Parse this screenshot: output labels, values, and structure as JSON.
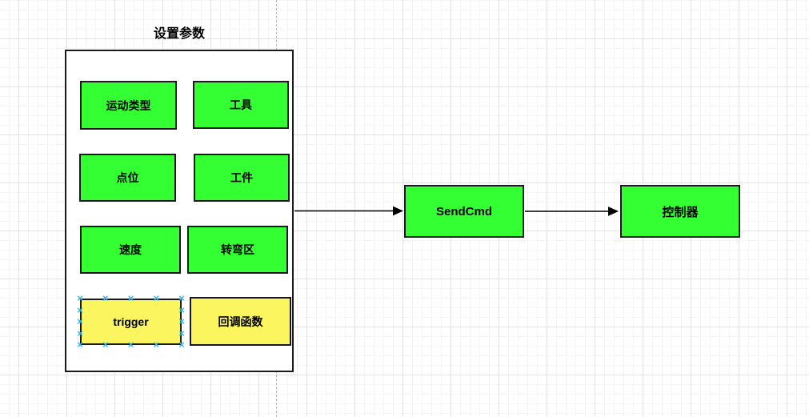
{
  "title": "设置参数",
  "param_boxes": [
    {
      "label": "运动类型",
      "color": "#33FF33"
    },
    {
      "label": "工具",
      "color": "#33FF33"
    },
    {
      "label": "点位",
      "color": "#33FF33"
    },
    {
      "label": "工件",
      "color": "#33FF33"
    },
    {
      "label": "速度",
      "color": "#33FF33"
    },
    {
      "label": "转弯区",
      "color": "#33FF33"
    },
    {
      "label": "trigger",
      "color": "#FBF55F",
      "selected": true
    },
    {
      "label": "回调函数",
      "color": "#FBF55F"
    }
  ],
  "flow_nodes": [
    {
      "label": "SendCmd",
      "color": "#33FF33"
    },
    {
      "label": "控制器",
      "color": "#33FF33"
    }
  ],
  "icons": {
    "connection_point": "×"
  },
  "colors": {
    "node_green": "#33FF33",
    "node_yellow": "#FBF55F",
    "selection_blue": "#29B6F2",
    "shape_border": "#1A1A1A",
    "page_divider": "#B9B9B9",
    "grid_major": "#E2E2E2",
    "grid_minor": "#F5F5F5"
  }
}
